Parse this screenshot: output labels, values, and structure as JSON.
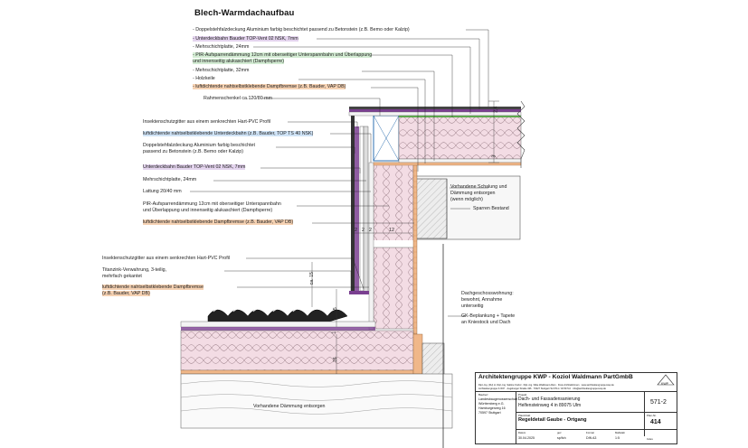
{
  "title": "Blech-Warmdachaufbau",
  "top_layers": [
    {
      "text": "- Doppelstehfalzdeckung Aluminium farbig beschichtet passend zu Betonstein (z.B. Bemo oder Kalzip)",
      "hl": ""
    },
    {
      "text": "- Unterdeckbahn Bauder TOP-Vent 02 NSK, 7mm",
      "hl": "purple"
    },
    {
      "text": "- Mehrschichtplatte, 24mm",
      "hl": ""
    },
    {
      "text": "- PIR-Aufsparrendämmung 12cm mit oberseitiger Unterspannbahn und Überlappung",
      "hl": "green"
    },
    {
      "text": "  und innenseitig alukaschiert (Dampfsperre)",
      "hl": "green"
    },
    {
      "text": "- Mehrschichtplatte, 32mm",
      "hl": ""
    },
    {
      "text": "- Holzkeile",
      "hl": ""
    },
    {
      "text": "- luftdichtende nahtselbstklebende Dampfbremse (z.B. Bauder, VAP DB)",
      "hl": "orange"
    }
  ],
  "rahmen": "Rahmenschenkel ca.120/80 mm",
  "mid_labels": [
    {
      "text": "Insektenschutzgitter aus einem senkrechten Hart-PVC Profil",
      "hl": ""
    },
    {
      "text": "luftdichtende nahtselbstklebende Unterdeckbahn (z.B. Bauder, TOP TS 40 NSK)",
      "hl": "blue"
    },
    {
      "text": "Doppelstehfalzdeckung Aluminium farbig beschichtet",
      "hl": ""
    },
    {
      "text": "passend zu Betonstein (z.B. Bemo oder Kalzip)",
      "hl": ""
    },
    {
      "text": "Unterdeckbahn Bauder TOP-Vent 02 NSK, 7mm",
      "hl": "purple"
    },
    {
      "text": "Mehrschichtplatte, 24mm",
      "hl": ""
    },
    {
      "text": "Lattung 20/40 mm",
      "hl": ""
    },
    {
      "text": "PIR-Aufsparrendämmung 12cm mit oberseitiger Unterspannbahn",
      "hl": ""
    },
    {
      "text": "und Überlappung und innenseitig alukaschiert (Dampfsperre)",
      "hl": ""
    },
    {
      "text": "luftdichtende nahtselbstklebende Dampfbremse (z.B. Bauder, VAP DB)",
      "hl": "orange"
    }
  ],
  "low_labels": [
    {
      "text": "Insektenschutzgitter aus einem senkrechten Hart-PVC Profil",
      "hl": ""
    },
    {
      "text": "Titanzink-Verwahrung, 3-teilig,",
      "hl": ""
    },
    {
      "text": "mehrfach gekantet",
      "hl": ""
    },
    {
      "text": "luftdichtende nahtselbstklebende Dampfbremse",
      "hl": "orange"
    },
    {
      "text": "(z.B. Bauder, VAP DB)",
      "hl": "orange"
    }
  ],
  "right_labels": {
    "schalung": [
      "Vorhandene Schalung und",
      "Dämmung entsorgen",
      "(wenn möglich)"
    ],
    "sparren": "Sparren Bestand",
    "dg": [
      "Dachgeschosswohnung:",
      "bewohnt, Annahme",
      "unterseitig",
      "GK-Beplankung + Tapete",
      "an Kniestock und Dach"
    ]
  },
  "bottom_label": "Vorhandene Dämmung entsorgen",
  "dims": {
    "d12": "12",
    "d2": "2",
    "d3": "3",
    "d24": "2,4",
    "ca15": "ca. 15",
    "d15": "15",
    "d16": "16",
    "d1": "1"
  },
  "title_block": {
    "firm": "Architektengruppe KWP - Koziol Waldmann PartGmbB",
    "logo": "KWP",
    "partners": "Dipl.-Ing. (FH) H. Dipl.-Ing. Sabine Koziol · Dipl.-Ing. Silke Waldmann-Rein · Freie Architekt/innen · www.architektengruppe-kwp.de",
    "address": "Architektengruppe K.W.P. · Augsburger Straße 436 · 70327 Stuttgart Tel 0711 / 34 59 5-0 · info@architektengruppe-kwp.de",
    "client_label": "Bauherr",
    "client": [
      "Landesbaugenossenschaft",
      "Württemberg e.G.",
      "Hamburgerweg 16",
      "70597 Stuttgart"
    ],
    "project_label": "Projekt",
    "project": [
      "Dach- und Fassadensanierung",
      "Helfensteinweg 4 in 89075 Ulm"
    ],
    "plan_label": "Planinhalt",
    "plan": "Regeldetail Gaube - Ortgang",
    "project_no": "571-2",
    "plan_no_label": "Plan-Nr.",
    "plan_no": "414",
    "footer": [
      {
        "label": "Datum",
        "value": "30.04.2025"
      },
      {
        "label": "gez.",
        "value": "sp/fch"
      },
      {
        "label": "Format",
        "value": "DIN A3"
      },
      {
        "label": "Maßstab",
        "value": "1:5"
      },
      {
        "label": "Index",
        "value": ""
      }
    ]
  },
  "colors": {
    "insulation": "#f3dce4",
    "wood": "#f0b789",
    "membrane_purple": "#7a3f90",
    "green": "#5fa84f",
    "grey": "#d8d8d8"
  }
}
